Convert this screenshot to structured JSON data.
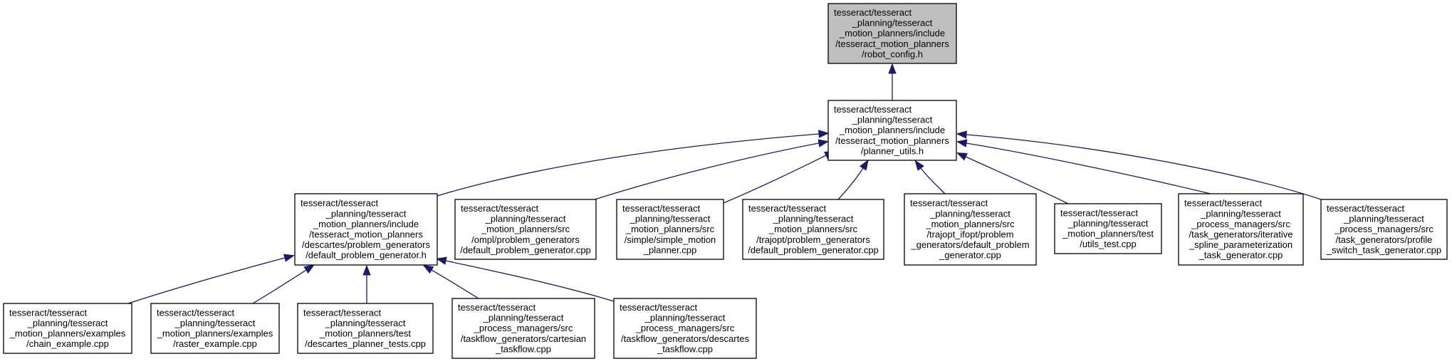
{
  "nodes": [
    {
      "id": "robot_config",
      "current": true,
      "lines": [
        "tesseract/tesseract",
        "_planning/tesseract",
        "_motion_planners/include",
        "/tesseract_motion_planners",
        "/robot_config.h"
      ]
    },
    {
      "id": "planner_utils",
      "current": false,
      "lines": [
        "tesseract/tesseract",
        "_planning/tesseract",
        "_motion_planners/include",
        "/tesseract_motion_planners",
        "/planner_utils.h"
      ]
    },
    {
      "id": "descartes_default_problem_generator_h",
      "current": false,
      "lines": [
        "tesseract/tesseract",
        "_planning/tesseract",
        "_motion_planners/include",
        "/tesseract_motion_planners",
        "/descartes/problem_generators",
        "/default_problem_generator.h"
      ]
    },
    {
      "id": "ompl_default_problem_generator",
      "current": false,
      "lines": [
        "tesseract/tesseract",
        "_planning/tesseract",
        "_motion_planners/src",
        "/ompl/problem_generators",
        "/default_problem_generator.cpp"
      ]
    },
    {
      "id": "simple_motion_planner",
      "current": false,
      "lines": [
        "tesseract/tesseract",
        "_planning/tesseract",
        "_motion_planners/src",
        "/simple/simple_motion",
        "_planner.cpp"
      ]
    },
    {
      "id": "trajopt_default_problem_generator",
      "current": false,
      "lines": [
        "tesseract/tesseract",
        "_planning/tesseract",
        "_motion_planners/src",
        "/trajopt/problem_generators",
        "/default_problem_generator.cpp"
      ]
    },
    {
      "id": "trajopt_ifopt_default_problem_generator",
      "current": false,
      "lines": [
        "tesseract/tesseract",
        "_planning/tesseract",
        "_motion_planners/src",
        "/trajopt_ifopt/problem",
        "_generators/default_problem",
        "_generator.cpp"
      ]
    },
    {
      "id": "utils_test",
      "current": false,
      "lines": [
        "tesseract/tesseract",
        "_planning/tesseract",
        "_motion_planners/test",
        "/utils_test.cpp"
      ]
    },
    {
      "id": "iterative_spline_task_generator",
      "current": false,
      "lines": [
        "tesseract/tesseract",
        "_planning/tesseract",
        "_process_managers/src",
        "/task_generators/iterative",
        "_spline_parameterization",
        "_task_generator.cpp"
      ]
    },
    {
      "id": "profile_switch_task_generator",
      "current": false,
      "lines": [
        "tesseract/tesseract",
        "_planning/tesseract",
        "_process_managers/src",
        "/task_generators/profile",
        "_switch_task_generator.cpp"
      ]
    },
    {
      "id": "chain_example",
      "current": false,
      "lines": [
        "tesseract/tesseract",
        "_planning/tesseract",
        "_motion_planners/examples",
        "/chain_example.cpp"
      ]
    },
    {
      "id": "raster_example",
      "current": false,
      "lines": [
        "tesseract/tesseract",
        "_planning/tesseract",
        "_motion_planners/examples",
        "/raster_example.cpp"
      ]
    },
    {
      "id": "descartes_planner_tests",
      "current": false,
      "lines": [
        "tesseract/tesseract",
        "_planning/tesseract",
        "_motion_planners/test",
        "/descartes_planner_tests.cpp"
      ]
    },
    {
      "id": "cartesian_taskflow",
      "current": false,
      "lines": [
        "tesseract/tesseract",
        "_planning/tesseract",
        "_process_managers/src",
        "/taskflow_generators/cartesian",
        "_taskflow.cpp"
      ]
    },
    {
      "id": "descartes_taskflow",
      "current": false,
      "lines": [
        "tesseract/tesseract",
        "_planning/tesseract",
        "_process_managers/src",
        "/taskflow_generators/descartes",
        "_taskflow.cpp"
      ]
    }
  ],
  "edges": [
    {
      "from": "planner_utils",
      "to": "robot_config"
    },
    {
      "from": "descartes_default_problem_generator_h",
      "to": "planner_utils"
    },
    {
      "from": "ompl_default_problem_generator",
      "to": "planner_utils"
    },
    {
      "from": "simple_motion_planner",
      "to": "planner_utils"
    },
    {
      "from": "trajopt_default_problem_generator",
      "to": "planner_utils"
    },
    {
      "from": "trajopt_ifopt_default_problem_generator",
      "to": "planner_utils"
    },
    {
      "from": "utils_test",
      "to": "planner_utils"
    },
    {
      "from": "iterative_spline_task_generator",
      "to": "planner_utils"
    },
    {
      "from": "profile_switch_task_generator",
      "to": "planner_utils"
    },
    {
      "from": "chain_example",
      "to": "descartes_default_problem_generator_h"
    },
    {
      "from": "raster_example",
      "to": "descartes_default_problem_generator_h"
    },
    {
      "from": "descartes_planner_tests",
      "to": "descartes_default_problem_generator_h"
    },
    {
      "from": "cartesian_taskflow",
      "to": "descartes_default_problem_generator_h"
    },
    {
      "from": "descartes_taskflow",
      "to": "descartes_default_problem_generator_h"
    }
  ],
  "colors": {
    "edge": "#191970",
    "current_fill": "#bfbfbf",
    "node_fill": "#ffffff",
    "border": "#000000"
  }
}
